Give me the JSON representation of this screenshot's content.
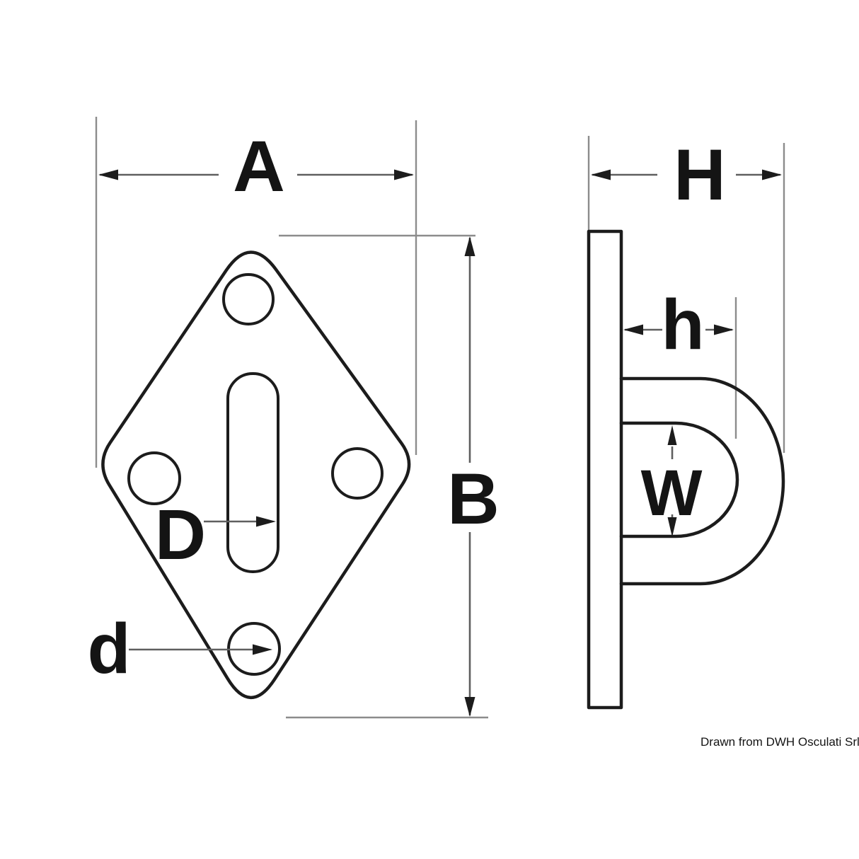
{
  "drawing": {
    "type": "technical-dimension-drawing",
    "subject": "diamond eye plate (pad eye) - front and side orthographic views",
    "views": {
      "front": {
        "name": "front view - diamond base plate with three mounting holes and central slot",
        "dimensions": {
          "overall_width_label": "A",
          "overall_height_label": "B",
          "slot_width_label": "D",
          "mounting_hole_diameter_label": "d"
        }
      },
      "side": {
        "name": "side view - plate profile with D-shaped eye loop",
        "dimensions": {
          "overall_depth_label": "H",
          "eye_inner_depth_label": "h",
          "eye_inner_width_label": "W"
        }
      }
    },
    "credit": "Drawn from DWH Osculati Srl",
    "colors": {
      "background": "#ffffff",
      "outline": "#1c1c1c",
      "dimension_line": "#5f5f5f",
      "extension_line": "#8c8c8c",
      "label_text": "#141414"
    }
  }
}
